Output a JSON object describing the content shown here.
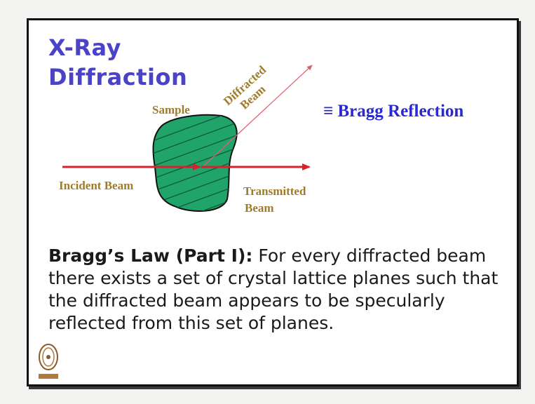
{
  "slide": {
    "title_line1": "X-Ray",
    "title_line2": "Diffraction",
    "bragg_equivalence": "≡ Bragg Reflection",
    "law_title": "Bragg’s Law (Part I):",
    "law_text": " For every diffracted beam there exists a set of crystal lattice planes such that the diffracted beam appears to be specularly reflected from this set of planes."
  },
  "diagram": {
    "sample_label": "Sample",
    "diffracted_beam_line1": "Diffracted",
    "diffracted_beam_line2": "Beam",
    "incident_beam_label": "Incident Beam",
    "transmitted_beam_line1": "Transmitted",
    "transmitted_beam_line2": "Beam"
  },
  "colors": {
    "title": "#4a43c8",
    "bragg_equivalence": "#2a2ad0",
    "labels": "#a07c2a",
    "beam": "#d8202e",
    "sample_fill": "#21a46a"
  },
  "icons": {
    "logo": "institution-logo-icon"
  }
}
